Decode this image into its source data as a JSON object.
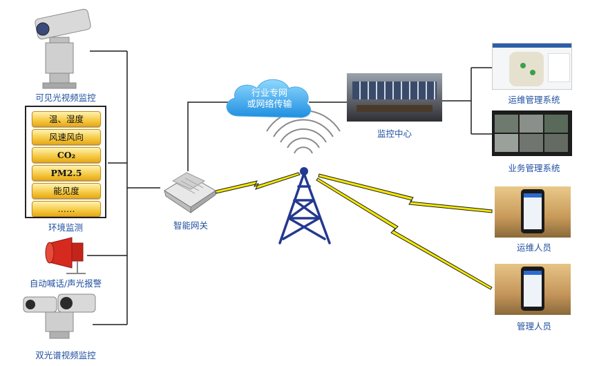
{
  "devices": {
    "visible_camera": "可见光视频监控",
    "env_monitor": "环境监测",
    "alarm": "自动喊话/声光报警",
    "dual_camera": "双光谱视频监控",
    "gateway": "智能网关",
    "monitor_center": "监控中心",
    "ops_system": "运维管理系统",
    "biz_system": "业务管理系统",
    "ops_staff": "运维人员",
    "mgmt_staff": "管理人员"
  },
  "sensors": [
    "温、湿度",
    "风速风向",
    "CO₂",
    "PM2.5",
    "能见度",
    "……"
  ],
  "cloud": {
    "line1": "行业专网",
    "line2": "或网络传输"
  },
  "colors": {
    "label": "#1f4fa0",
    "tower": "#23388f",
    "zigzag": "#f2e600",
    "pill": "#f5c842"
  }
}
